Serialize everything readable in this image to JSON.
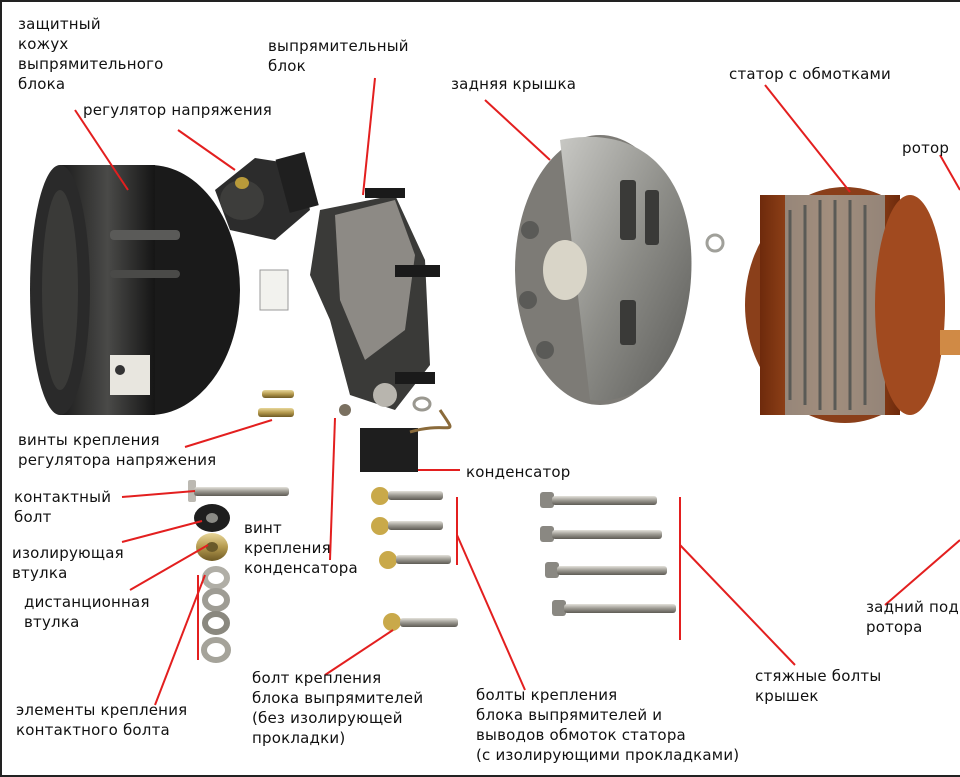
{
  "colors": {
    "leader": "#e31f1f",
    "metal": "#8a8a88",
    "copper": "#b5561f",
    "dark": "#2a2a2a"
  },
  "labels": {
    "shield": "защитный\nкожух\nвыпрямительного\nблока",
    "regulator": "регулятор напряжения",
    "rectifier": "выпрямительный\nблок",
    "rear_cover": "задняя крышка",
    "stator": "статор с обмотками",
    "rotor": "ротор",
    "reg_screws": "винты крепления\nрегулятора напряжения",
    "capacitor": "конденсатор",
    "contact_bolt": "контактный\nболт",
    "cap_screw": "винт\nкрепления\nконденсатора",
    "insul_sleeve": "изолирующая\nвтулка",
    "spacer_sleeve": "дистанционная\nвтулка",
    "rear_bearing": "задний под\nротора",
    "rect_bolt": "болт крепления\nблока выпрямителей\n(без изолирующей\nпрокладки)",
    "tie_bolts": "стяжные болты\nкрышек",
    "fasteners": "элементы крепления\nконтактного болта",
    "rect_bolts_stator": "болты крепления\nблока выпрямителей и\nвыводов обмоток статора\n(с изолирующими прокладками)"
  }
}
